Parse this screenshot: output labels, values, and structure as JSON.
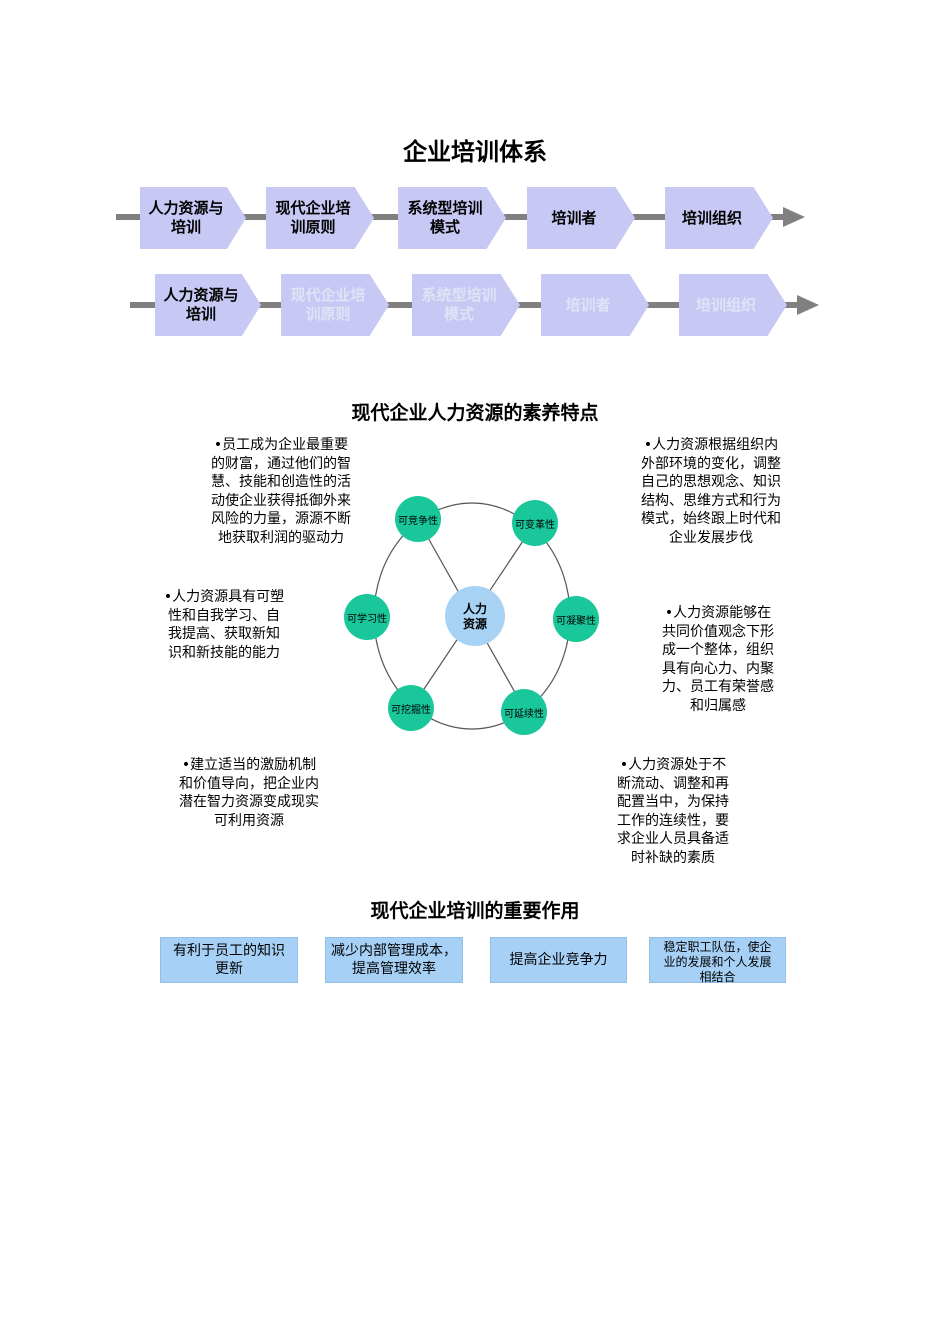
{
  "titles": {
    "main": "企业培训体系",
    "quality": "现代企业人力资源的素养特点",
    "importance": "现代企业培训的重要作用"
  },
  "flow_row1": [
    {
      "label": "人力资源与\n培训"
    },
    {
      "label": "现代企业培\n训原则"
    },
    {
      "label": "系统型培训\n模式"
    },
    {
      "label": "培训者"
    },
    {
      "label": "培训组织"
    }
  ],
  "flow_row2": [
    {
      "label": "人力资源与\n培训"
    },
    {
      "label": "现代企业培\n训原则"
    },
    {
      "label": "系统型培训\n模式"
    },
    {
      "label": "培训者"
    },
    {
      "label": "培训组织"
    }
  ],
  "diagram": {
    "center": "人力\n资源",
    "nodes": [
      "可竞争性",
      "可变革性",
      "可凝聚性",
      "可延续性",
      "可挖掘性",
      "可学习性"
    ]
  },
  "notes": {
    "top_left": "•员工成为企业最重要\n的财富，通过他们的智\n慧、技能和创造性的活\n动使企业获得抵御外来\n风险的力量，源源不断\n地获取利润的驱动力",
    "top_right": "•人力资源根据组织内\n外部环境的变化，调整\n自己的思想观念、知识\n结构、思维方式和行为\n模式，始终跟上时代和\n企业发展步伐",
    "mid_left": "•人力资源具有可塑\n性和自我学习、自\n我提高、获取新知\n识和新技能的能力",
    "mid_right": "•人力资源能够在\n共同价值观念下形\n成一个整体，组织\n具有向心力、内聚\n力、员工有荣誉感\n和归属感",
    "bottom_left": "•建立适当的激励机制\n和价值导向，把企业内\n潜在智力资源变成现实\n可利用资源",
    "bottom_right": "•人力资源处于不\n断流动、调整和再\n配置当中，为保持\n工作的连续性，要\n求企业人员具备适\n时补缺的素质"
  },
  "importance_boxes": [
    "有利于员工的知识\n更新",
    "减少内部管理成本，\n提高管理效率",
    "提高企业竞争力",
    "稳定职工队伍，使企\n业的发展和个人发展\n相结合"
  ],
  "colors": {
    "chevron": "#c7c8f4",
    "chevron_dim_text": "#e2e2f6",
    "node": "#19c79b",
    "center": "#a8d2f3",
    "box": "#a6d0f5",
    "line": "#808080"
  }
}
